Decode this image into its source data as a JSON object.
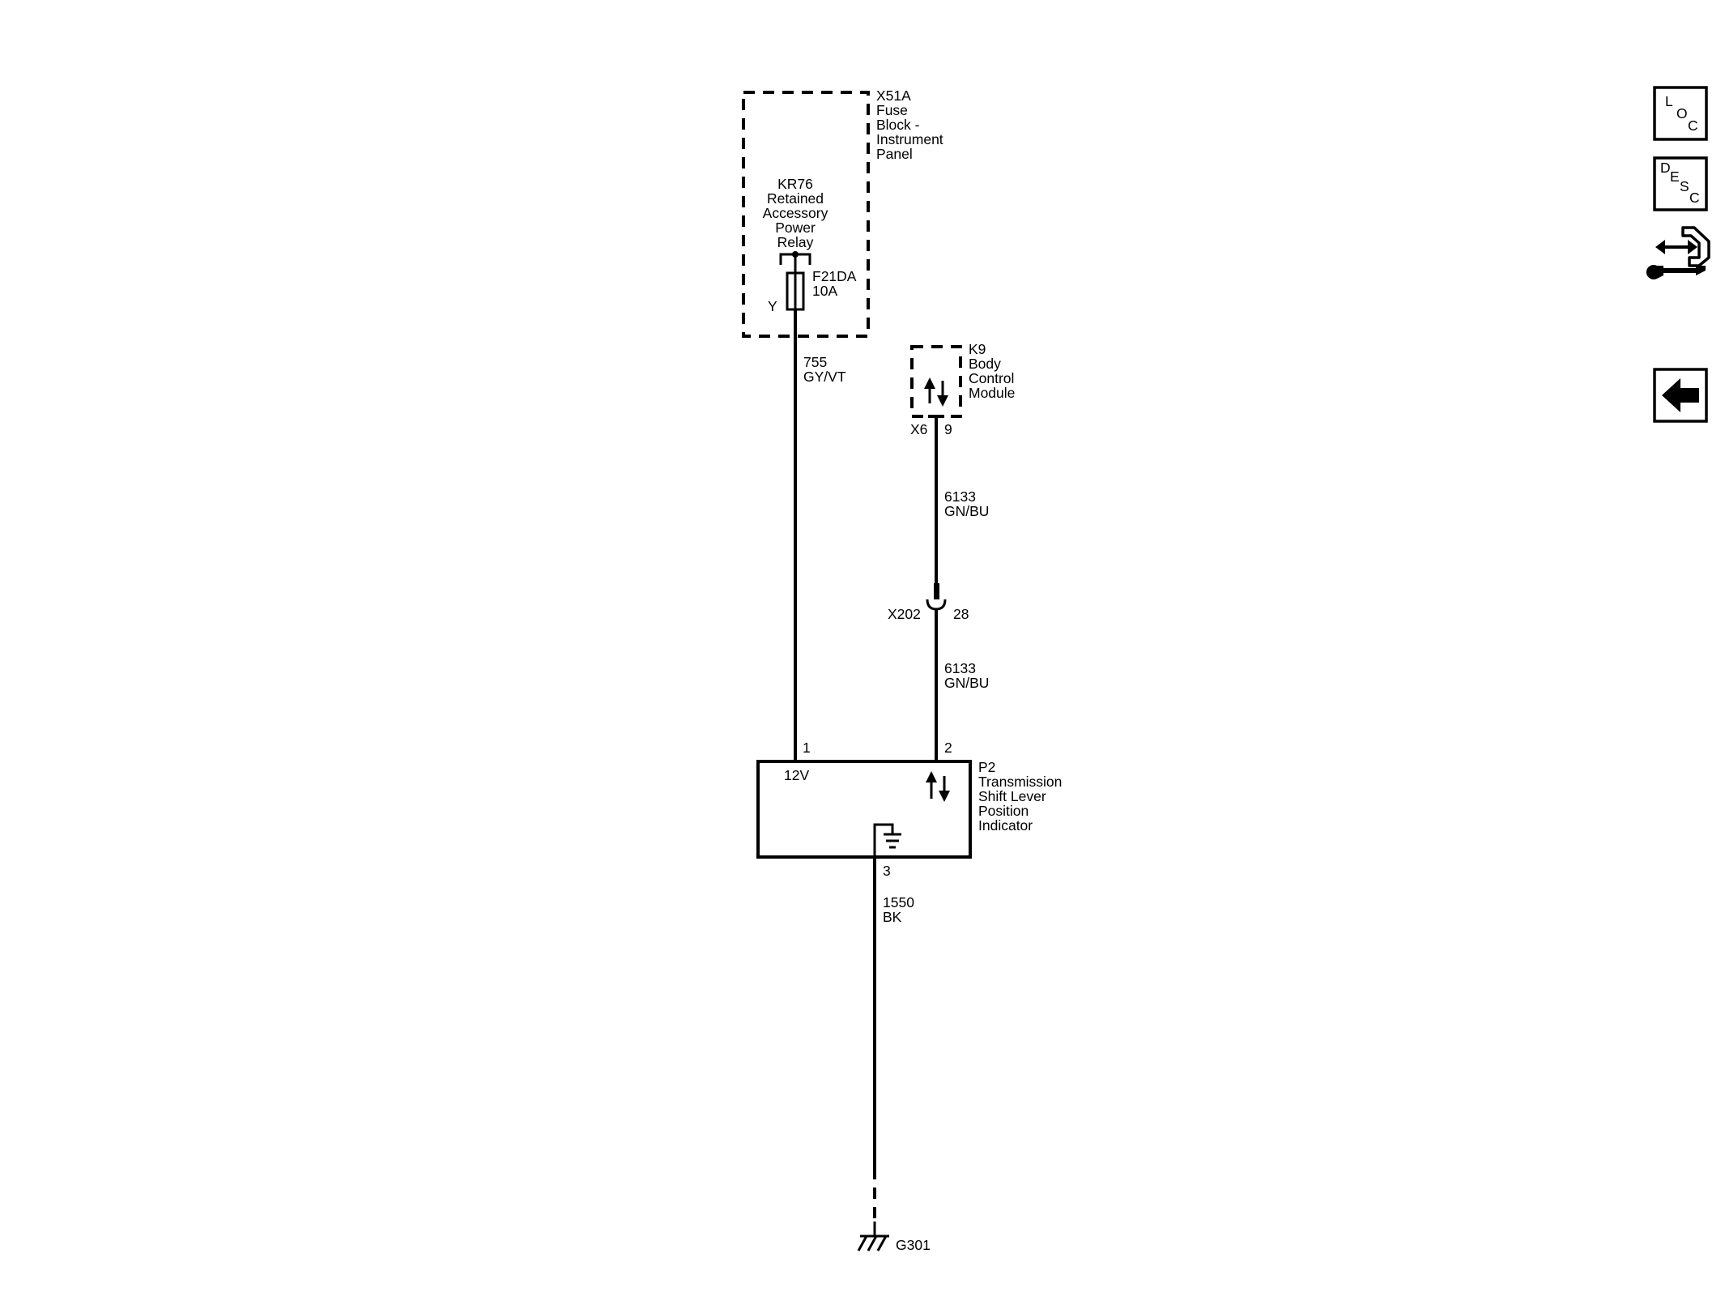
{
  "fuse_block": {
    "lines": [
      "X51A",
      "Fuse",
      "Block -",
      "Instrument",
      "Panel"
    ]
  },
  "relay": {
    "lines": [
      "KR76",
      "Retained",
      "Accessory",
      "Power",
      "Relay"
    ]
  },
  "fuse": {
    "lines": [
      "F21DA",
      "10A"
    ],
    "terminal": "Y"
  },
  "wire_755": {
    "lines": [
      "755",
      "GY/VT"
    ]
  },
  "bcm": {
    "lines": [
      "K9",
      "Body",
      "Control",
      "Module"
    ],
    "connector": "X6",
    "pin": "9"
  },
  "wire_6133_upper": {
    "lines": [
      "6133",
      "GN/BU"
    ]
  },
  "inline_connector": {
    "name": "X202",
    "pin": "28"
  },
  "wire_6133_lower": {
    "lines": [
      "6133",
      "GN/BU"
    ]
  },
  "p2": {
    "lines": [
      "P2",
      "Transmission",
      "Shift Lever",
      "Position",
      "Indicator"
    ],
    "pin1": "1",
    "pin2": "2",
    "pin3": "3",
    "voltage": "12V"
  },
  "wire_1550": {
    "lines": [
      "1550",
      "BK"
    ]
  },
  "ground": {
    "name": "G301"
  },
  "sidebar": {
    "loc_letters": [
      "L",
      "O",
      "C"
    ],
    "desc_letters": [
      "D",
      "E",
      "S",
      "C"
    ],
    "icons": [
      "loc-icon",
      "desc-icon",
      "connector-repair-icon",
      "back-arrow-icon"
    ]
  }
}
